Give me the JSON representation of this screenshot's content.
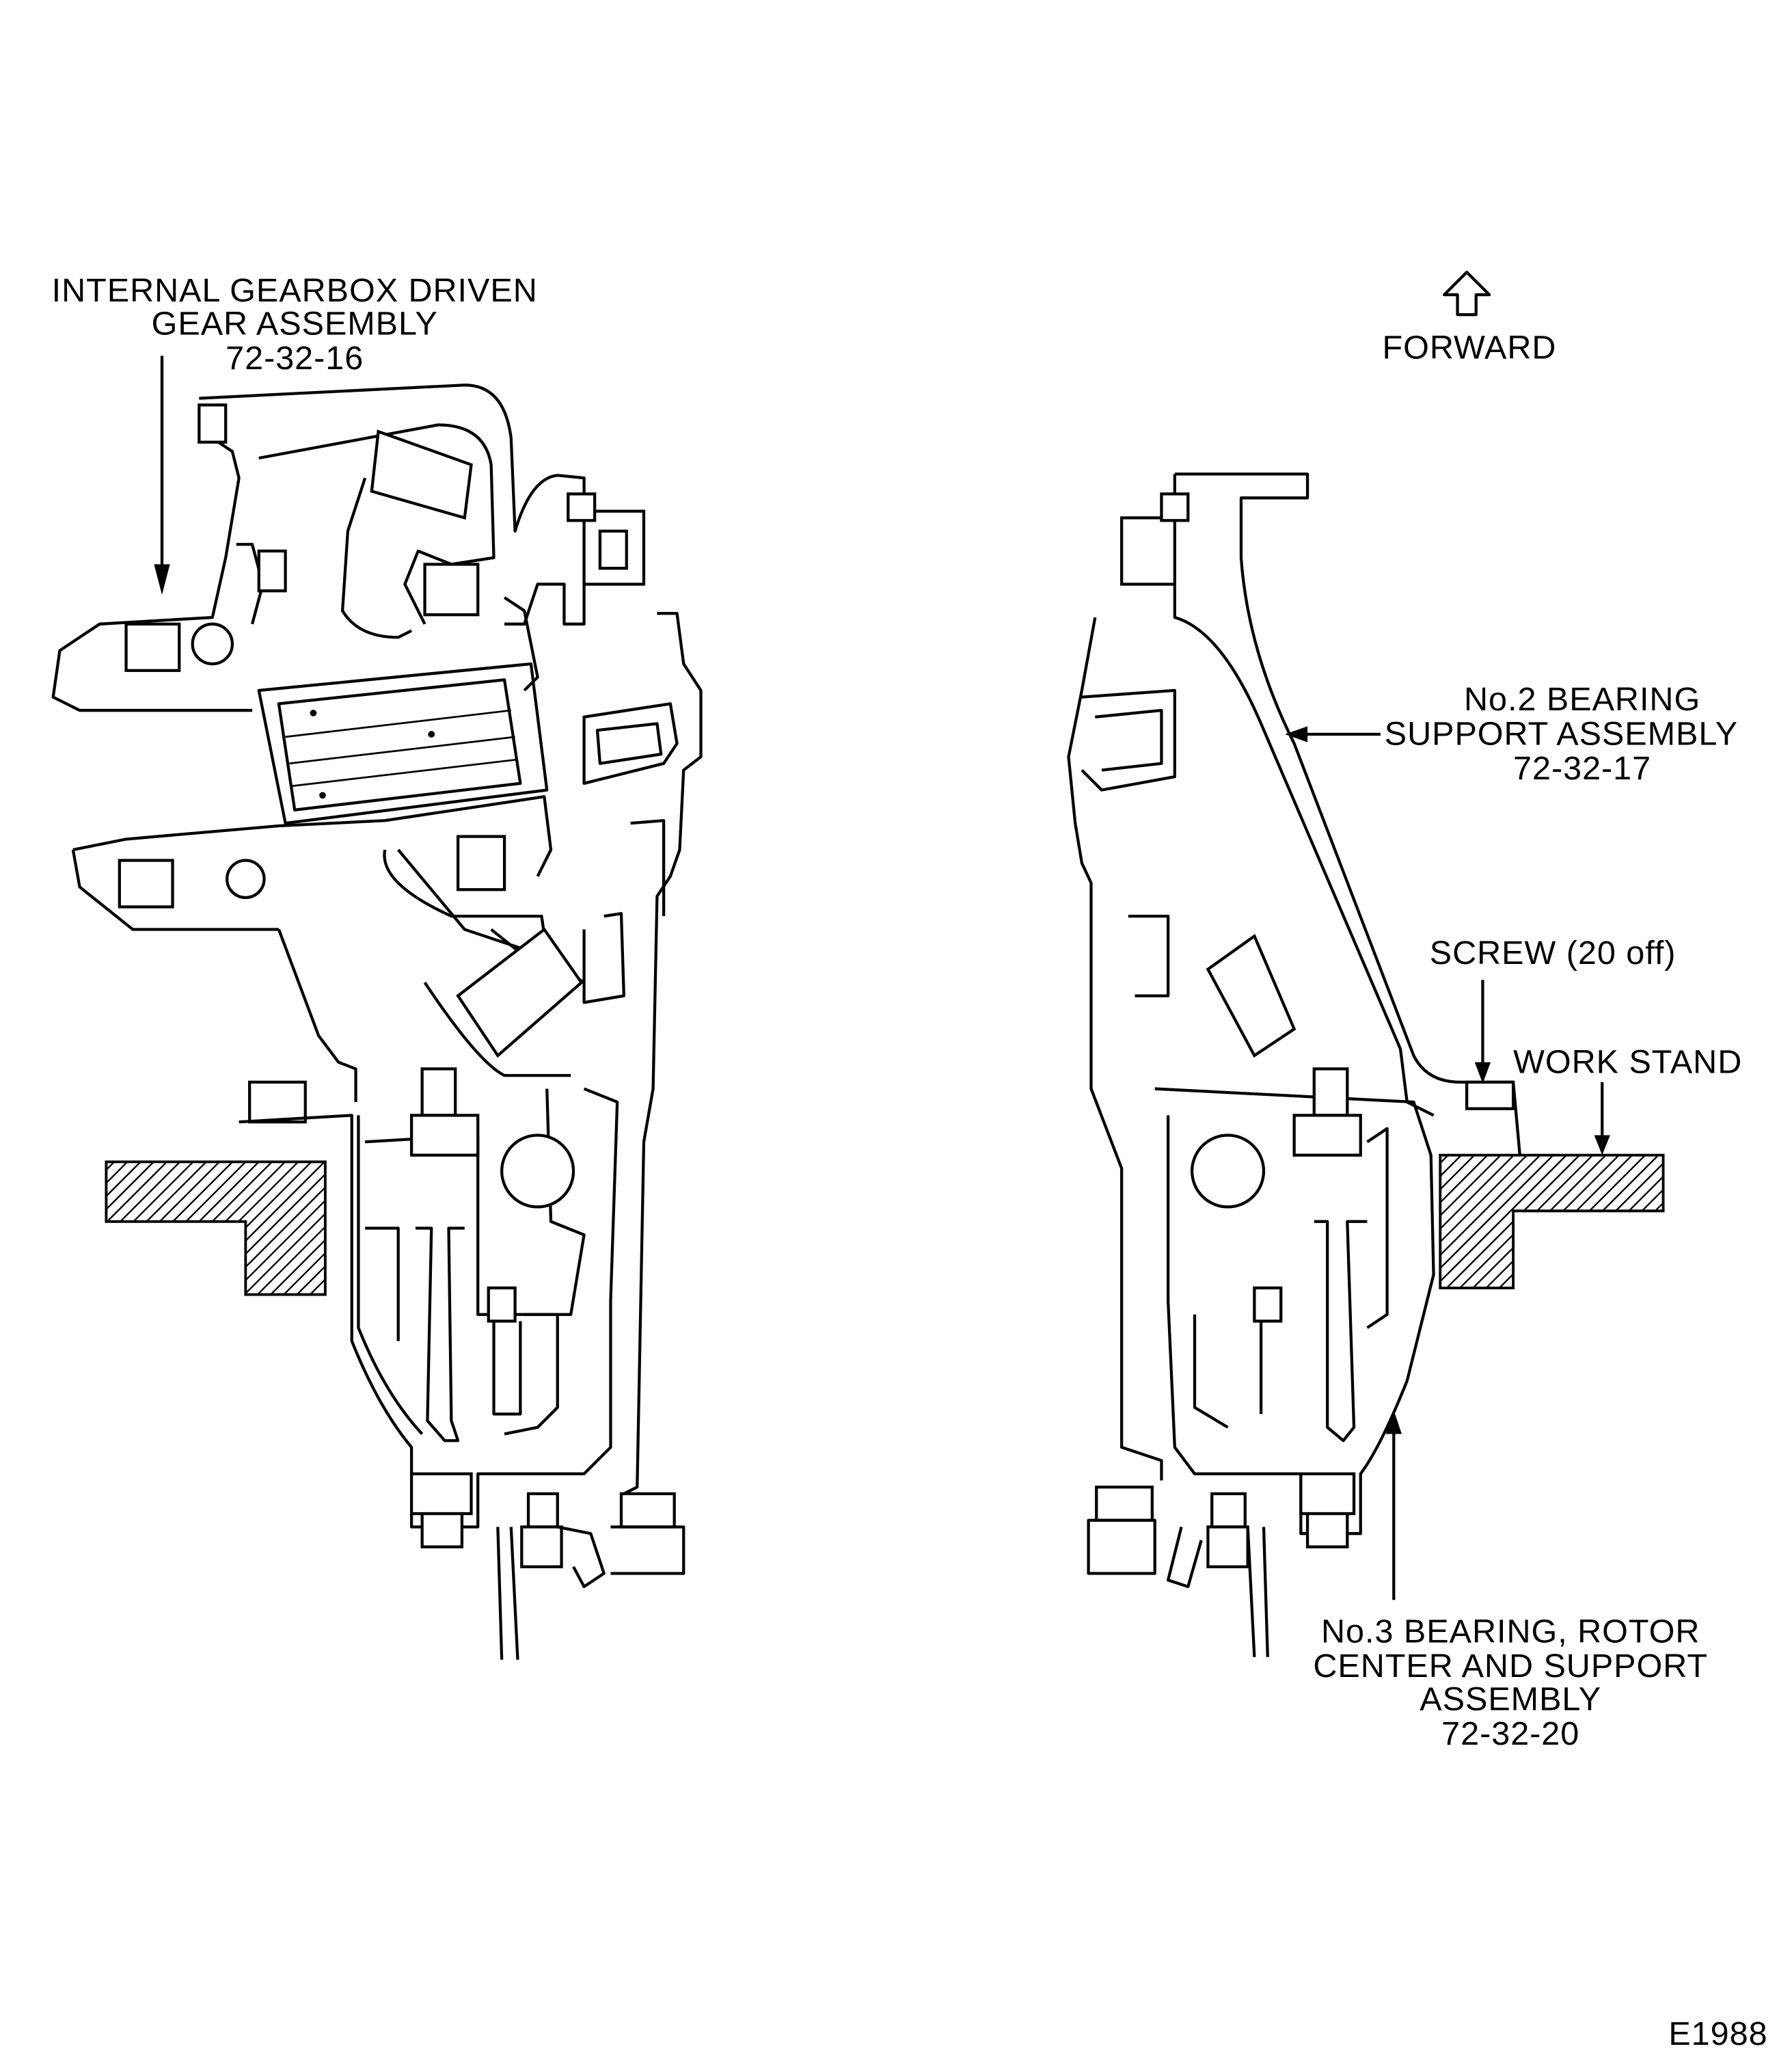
{
  "labels": {
    "internal_gearbox": {
      "line1": "INTERNAL GEARBOX DRIVEN",
      "line2": "GEAR ASSEMBLY",
      "ref": "72-32-16"
    },
    "forward": "FORWARD",
    "no2_bearing": {
      "line1": "No.2 BEARING",
      "line2": "SUPPORT ASSEMBLY",
      "ref": "72-32-17"
    },
    "screw": "SCREW (20 off)",
    "work_stand": "WORK STAND",
    "no3_bearing": {
      "line1": "No.3 BEARING, ROTOR",
      "line2": "CENTER AND SUPPORT",
      "line3": "ASSEMBLY",
      "ref": "72-32-20"
    },
    "figure_id": "E1988"
  }
}
